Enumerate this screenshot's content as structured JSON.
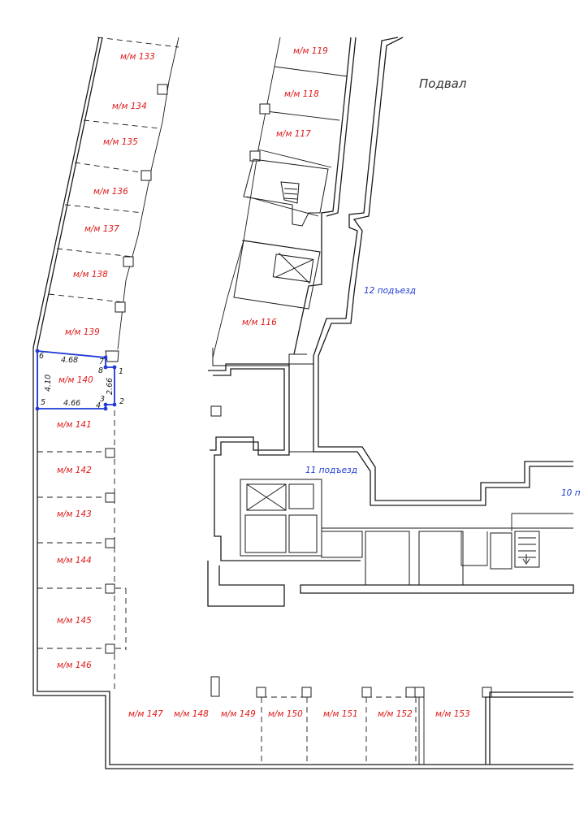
{
  "title": "Подвал",
  "entrances": [
    {
      "id": "e12",
      "label": "12 подъезд"
    },
    {
      "id": "e11",
      "label": "11 подъезд"
    },
    {
      "id": "e10",
      "label": "10 п"
    }
  ],
  "spaces": [
    {
      "id": "s133",
      "label": "м/м 133"
    },
    {
      "id": "s134",
      "label": "м/м 134"
    },
    {
      "id": "s135",
      "label": "м/м 135"
    },
    {
      "id": "s136",
      "label": "м/м 136"
    },
    {
      "id": "s137",
      "label": "м/м 137"
    },
    {
      "id": "s138",
      "label": "м/м 138"
    },
    {
      "id": "s139",
      "label": "м/м 139"
    },
    {
      "id": "s140",
      "label": "м/м 140"
    },
    {
      "id": "s141",
      "label": "м/м 141"
    },
    {
      "id": "s142",
      "label": "м/м 142"
    },
    {
      "id": "s143",
      "label": "м/м 143"
    },
    {
      "id": "s144",
      "label": "м/м 144"
    },
    {
      "id": "s145",
      "label": "м/м 145"
    },
    {
      "id": "s146",
      "label": "м/м 146"
    },
    {
      "id": "s147",
      "label": "м/м 147"
    },
    {
      "id": "s148",
      "label": "м/м 148"
    },
    {
      "id": "s149",
      "label": "м/м 149"
    },
    {
      "id": "s150",
      "label": "м/м 150"
    },
    {
      "id": "s151",
      "label": "м/м 151"
    },
    {
      "id": "s152",
      "label": "м/м 152"
    },
    {
      "id": "s153",
      "label": "м/м 153"
    },
    {
      "id": "s119",
      "label": "м/м 119"
    },
    {
      "id": "s118",
      "label": "м/м 118"
    },
    {
      "id": "s117",
      "label": "м/м 117"
    },
    {
      "id": "s116",
      "label": "м/м 116"
    }
  ],
  "highlight": {
    "space": "м/м 140",
    "dimensions": {
      "top": "4.68",
      "bottom": "4.66",
      "left": "4.10",
      "right": "2.66"
    },
    "vertices": [
      "1",
      "2",
      "3",
      "4",
      "5",
      "6",
      "7",
      "8"
    ]
  },
  "colors": {
    "walls": "#1a1a1a",
    "space_labels": "#e01a1a",
    "highlight": "#1f3ad6",
    "entrance_labels": "#1f3ad6"
  }
}
